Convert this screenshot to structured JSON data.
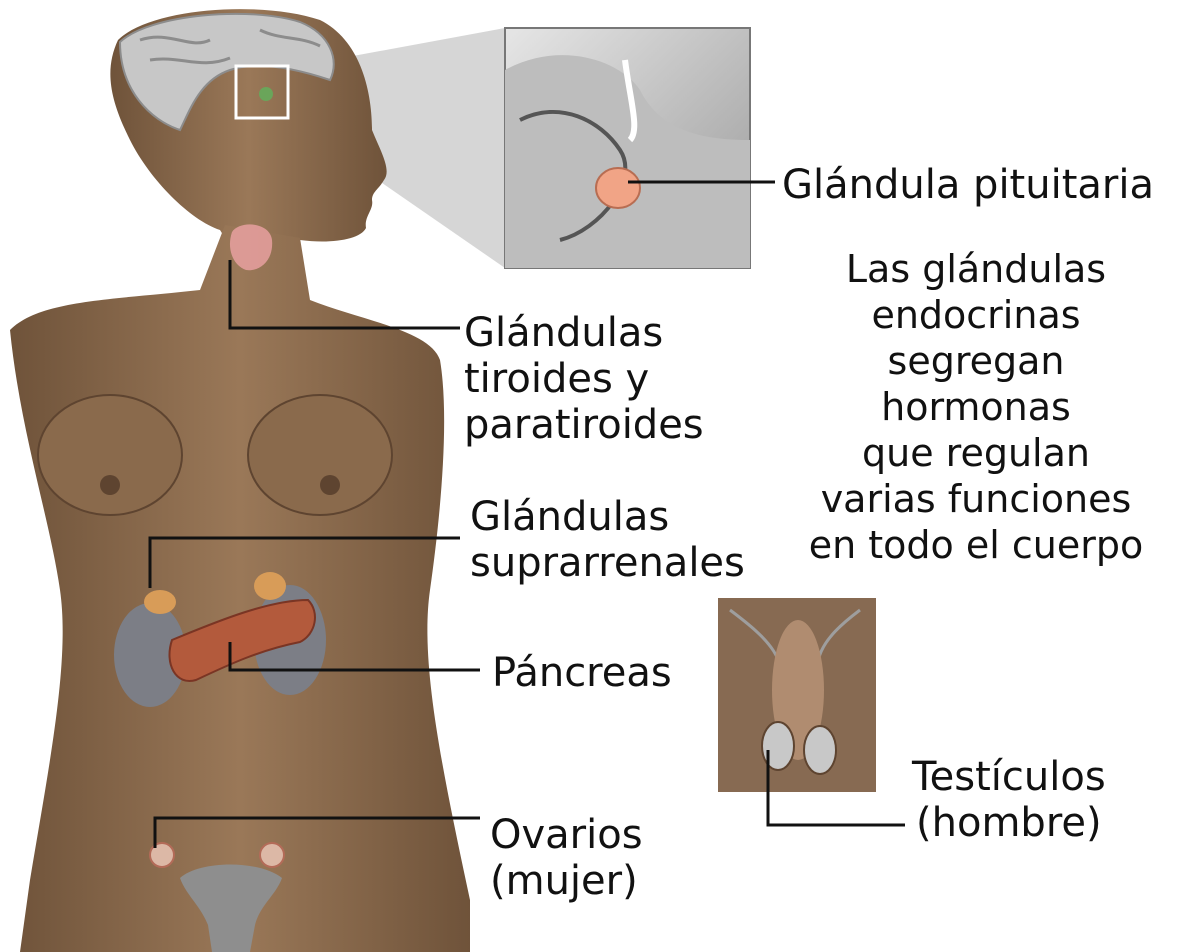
{
  "labels": {
    "pituitaria": [
      "Glándula pituitaria"
    ],
    "tiroides": [
      "Glándulas",
      "tiroides y",
      "paratiroides"
    ],
    "suprarrenales": [
      "Glándulas",
      "suprarrenales"
    ],
    "pancreas": [
      "Páncreas"
    ],
    "ovarios": [
      "Ovarios",
      "(mujer)"
    ],
    "testiculos": [
      "Testículos",
      "(hombre)"
    ]
  },
  "caption": [
    "Las glándulas",
    "endocrinas",
    "segregan",
    "hormonas",
    "que regulan",
    "varias funciones",
    "en todo el cuerpo"
  ],
  "colors": {
    "background": "#ffffff",
    "skin": "#8a6a4c",
    "skin_dark": "#5e4430",
    "leader_line": "#111111",
    "gland_highlight": "#f1a486",
    "kidney": "#7c7e86",
    "pancreas": "#b35a3c"
  }
}
